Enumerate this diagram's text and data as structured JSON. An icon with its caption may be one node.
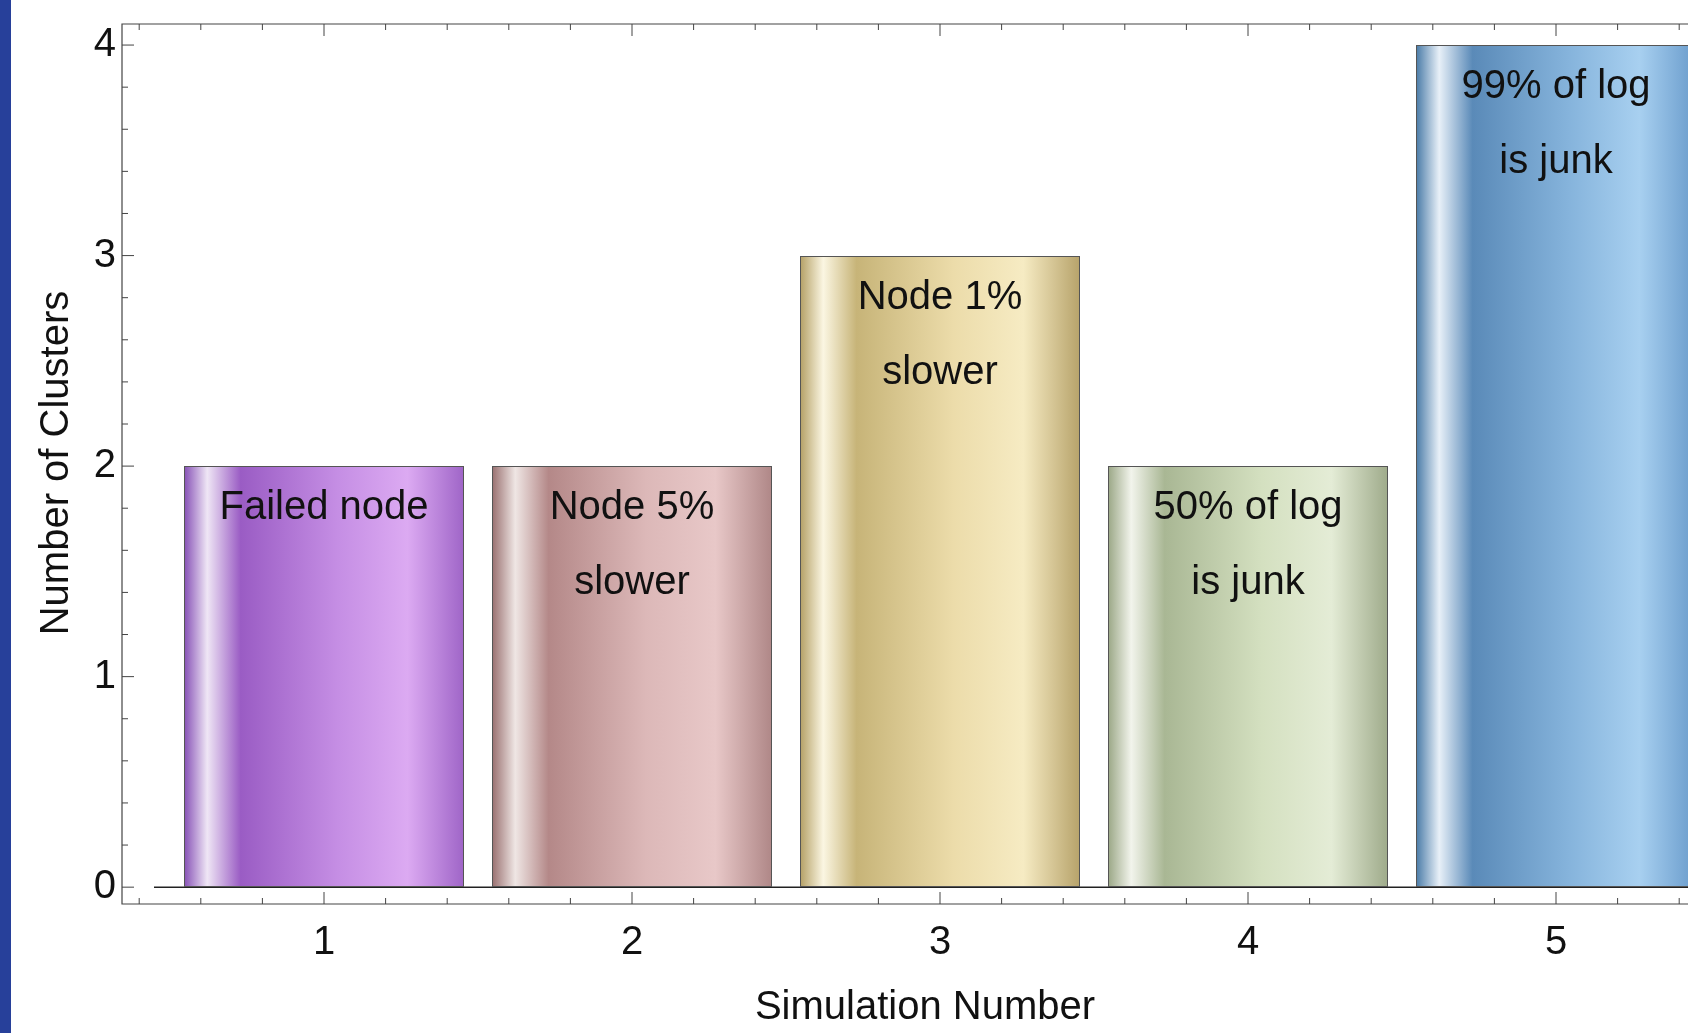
{
  "diagram": {
    "chart_data": {
      "type": "bar",
      "xlabel": "Simulation Number",
      "ylabel": "Number of Clusters",
      "categories": [
        "1",
        "2",
        "3",
        "4",
        "5"
      ],
      "series": [
        {
          "values": [
            2,
            2,
            3,
            2,
            4
          ]
        }
      ],
      "ylim": [
        -0.08,
        4.1
      ],
      "yticks": [
        0,
        1,
        2,
        3,
        4
      ],
      "annotations": [
        "Failed node",
        "Node 5% slower",
        "Node 1% slower",
        "50% of log is junk",
        "99% of log is junk"
      ]
    }
  }
}
